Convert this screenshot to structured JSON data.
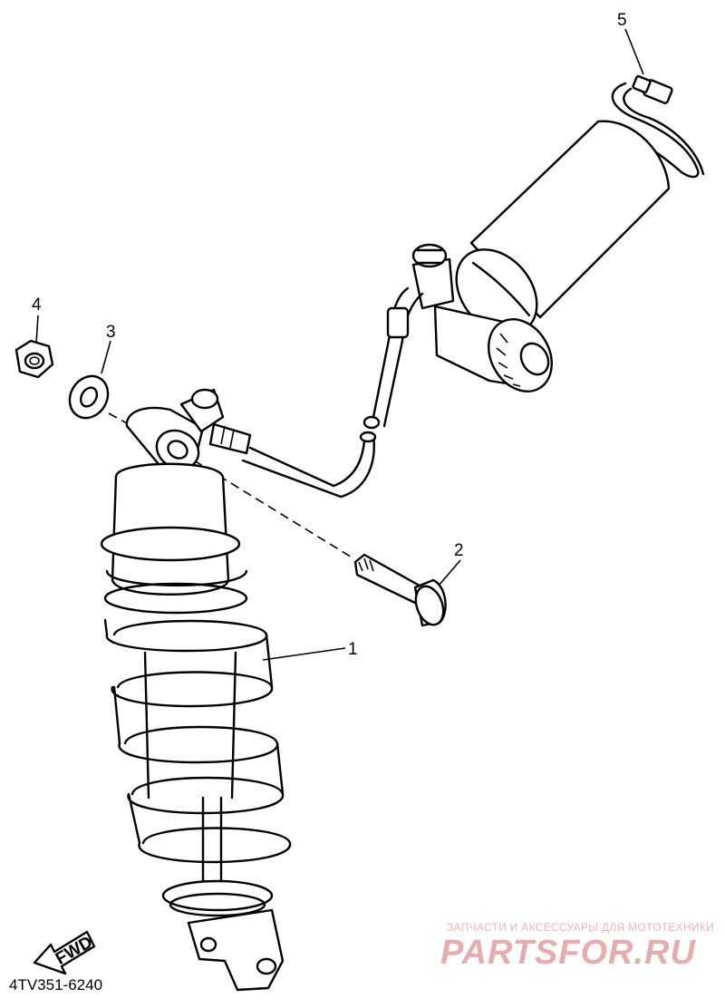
{
  "diagram": {
    "callouts": [
      "1",
      "2",
      "3",
      "4",
      "5"
    ],
    "drawing_code": "4TV351-6240",
    "fwd_label": "FWD"
  },
  "watermark": {
    "tagline": "ЗАПЧАСТИ И АКСЕССУАРЫ ДЛЯ МОТОТЕХНИКИ",
    "brand": "PARTSFOR.RU"
  },
  "colors": {
    "line": "#000000",
    "background": "#ffffff",
    "watermark": "#e6adad"
  }
}
